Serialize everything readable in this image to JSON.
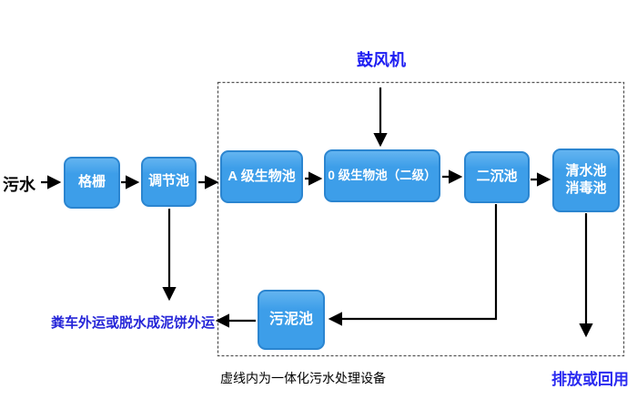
{
  "diagram": {
    "influent_label": "污水",
    "blower_label": "鼓风机",
    "nodes": {
      "grid": "格栅",
      "regulating_tank": "调节池",
      "a_bio_tank": "A 级生物池",
      "o_bio_tank": "0 级生物池（二级）",
      "secondary_clarifier": "二沉池",
      "clear_water_tank_line1": "清水池",
      "clear_water_tank_line2": "消毒池",
      "sludge_tank": "污泥池"
    },
    "annotations": {
      "sludge_disposal": "粪车外运或脱水成泥饼外运",
      "boundary_caption": "虚线内为一体化污水处理设备",
      "effluent": "排放或回用"
    },
    "colors": {
      "node_fill": "#3D9EE9",
      "node_border": "#2B85D0",
      "node_text": "#FFFFFF",
      "highlight_text": "#2323E0",
      "arrow": "#000000",
      "boundary": "#555555"
    }
  }
}
